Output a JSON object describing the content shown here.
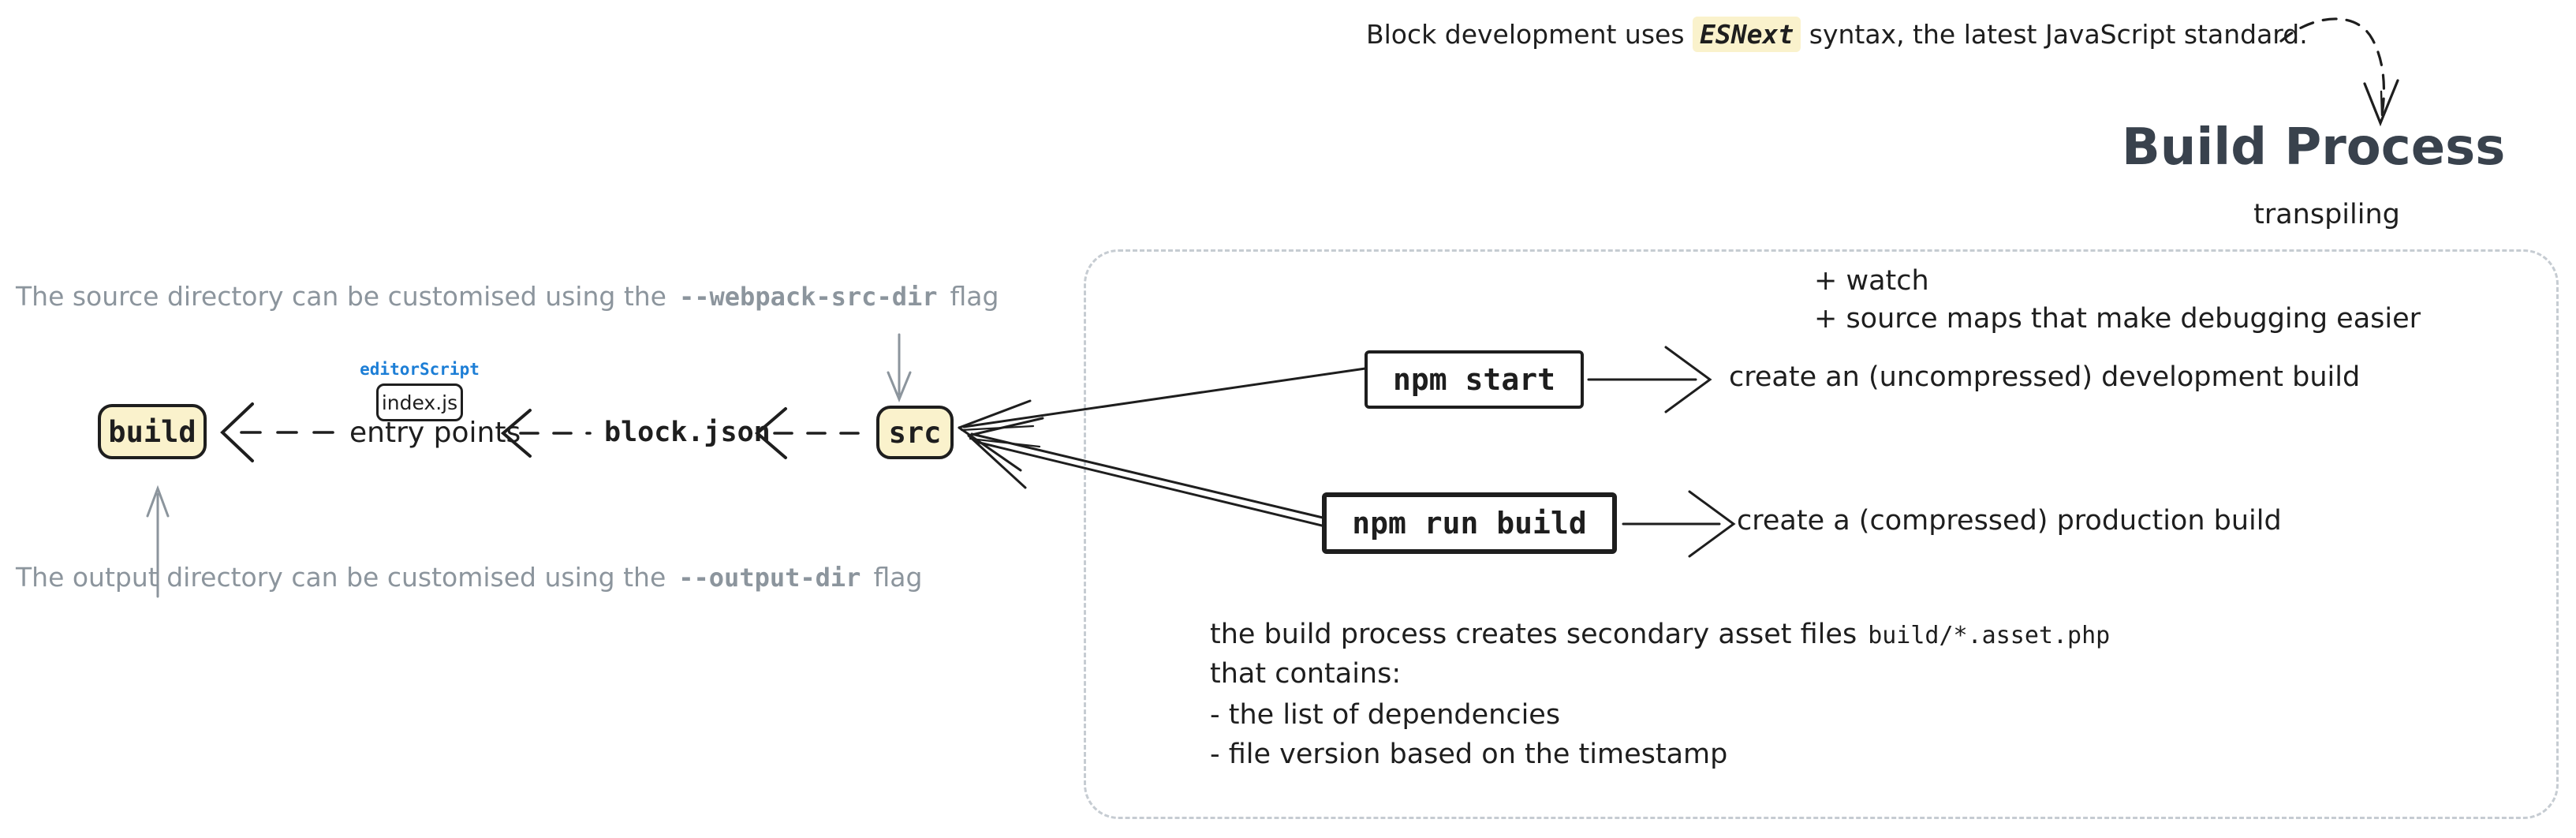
{
  "colors": {
    "ink": "#1e1e1e",
    "gray_text": "#8c959d",
    "blue_label": "#1c7ed6",
    "yellow_fill": "#faf2cc",
    "panel_border": "#c6ccd2",
    "title_color": "#39424d"
  },
  "header": {
    "note_pre": "Block development uses",
    "note_highlight": "ESNext",
    "note_post": "syntax, the latest JavaScript standard.",
    "title": "Build Process",
    "subtitle": "transpiling"
  },
  "pipeline": {
    "source_note": {
      "pre": "The source directory can be customised using the",
      "code": "--webpack-src-dir",
      "post": "flag"
    },
    "output_note": {
      "pre": "The output directory can be customised using the",
      "code": "--output-dir",
      "post": "flag"
    },
    "nodes": {
      "build": "build",
      "entry_points": "entry points",
      "block_json": "block.json",
      "src": "src",
      "editor_script": "editorScript",
      "index_js": "index.js"
    }
  },
  "panel": {
    "npm_start": {
      "command": "npm start",
      "result": "create an (uncompressed) development build",
      "extras": [
        "+ watch",
        "+ source maps that make debugging easier"
      ]
    },
    "npm_run_build": {
      "command": "npm run build",
      "result": "create a (compressed) production build"
    },
    "asset_note": {
      "line1_pre": "the build process creates secondary asset files",
      "line1_code": "build/*.asset.php",
      "line2": "that contains:",
      "items": [
        "- the list of dependencies",
        "- file version based on the timestamp"
      ]
    }
  },
  "icons": {
    "dashed_pointer": "dashed-curved-arrow",
    "chain_arrow": "dashed-left-arrow",
    "gray_down_arrow": "down-arrow",
    "gray_up_arrow": "up-arrow",
    "flow_arrow": "right-arrow"
  }
}
